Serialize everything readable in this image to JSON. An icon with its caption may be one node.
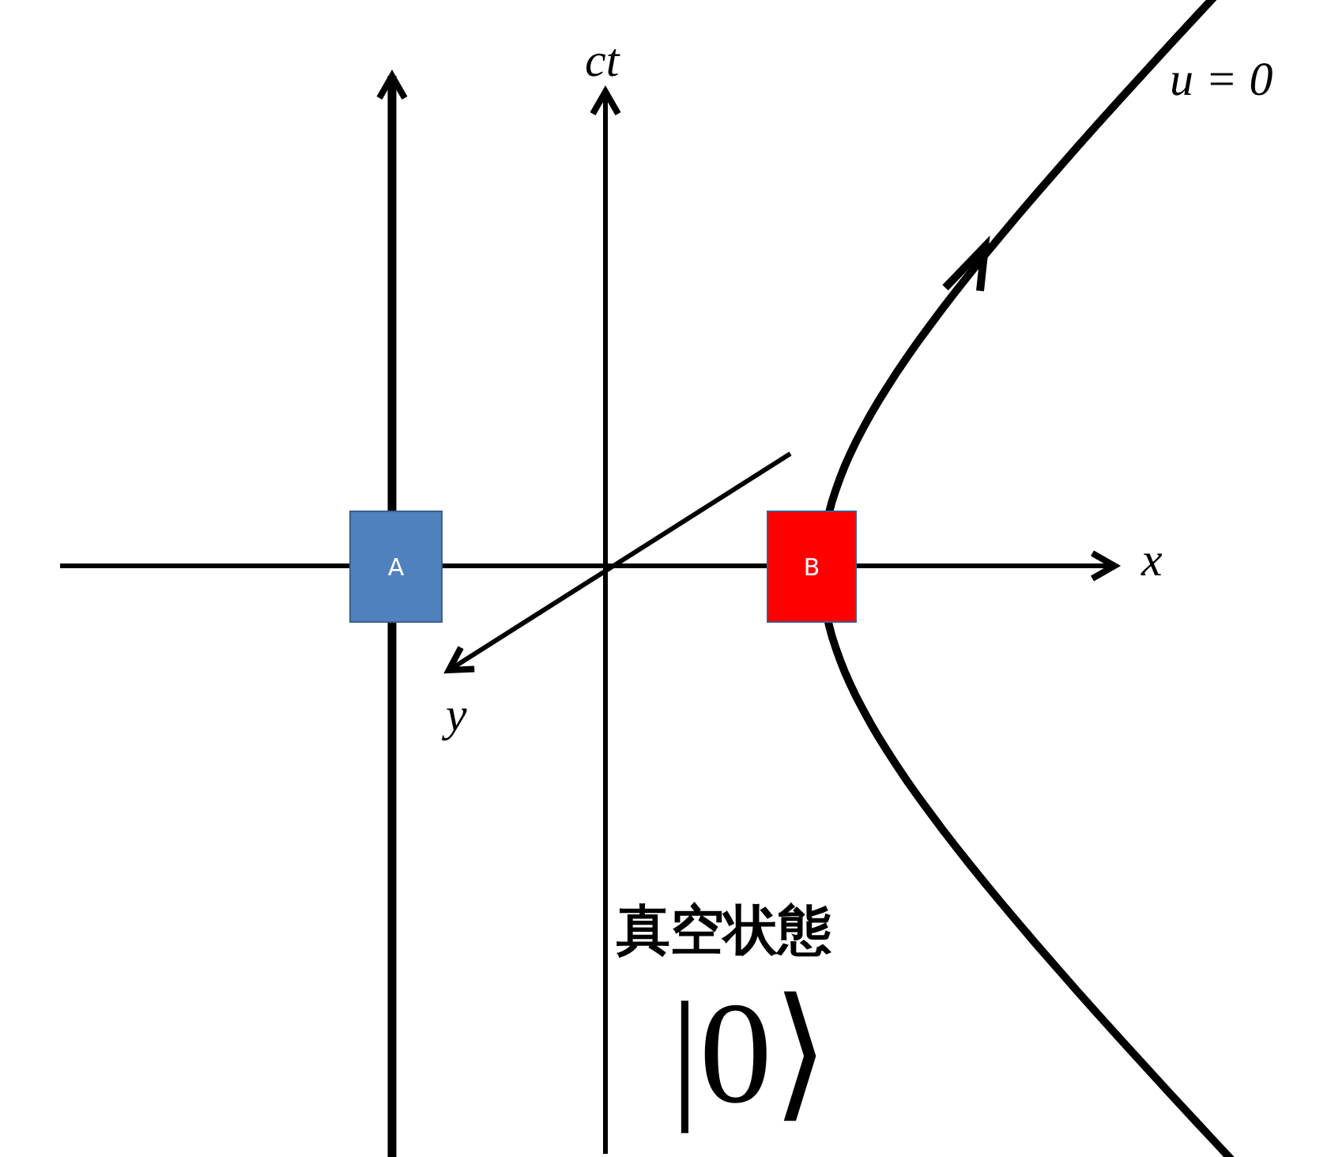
{
  "diagram": {
    "nodes": [
      {
        "text": [
          "A"
        ]
      },
      {
        "text": [
          "B"
        ]
      }
    ],
    "labels": [
      "ct",
      "u = 0",
      "x",
      "y",
      "真空状態",
      "|0⟩"
    ]
  }
}
